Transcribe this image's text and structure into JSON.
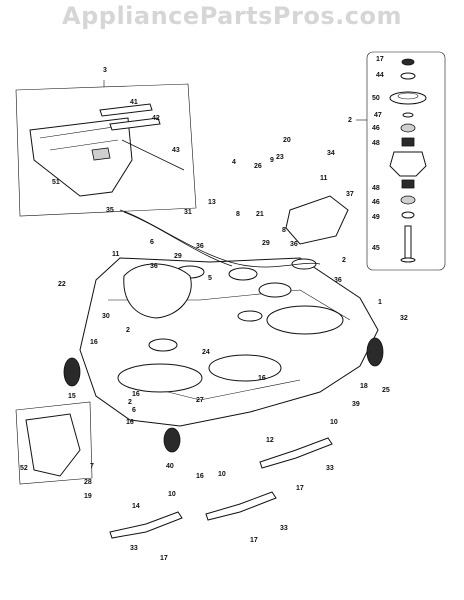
{
  "watermark": "AppliancePartsPros.com",
  "callouts": {
    "c1": "1",
    "c2a": "2",
    "c2b": "2",
    "c2c": "2",
    "c2d": "2",
    "c3": "3",
    "c4": "4",
    "c5": "5",
    "c6a": "6",
    "c6b": "6",
    "c7": "7",
    "c8a": "8",
    "c8b": "8",
    "c9": "9",
    "c10a": "10",
    "c10b": "10",
    "c10c": "10",
    "c11a": "11",
    "c11b": "11",
    "c12": "12",
    "c13": "13",
    "c14": "14",
    "c15": "15",
    "c16a": "16",
    "c16b": "16",
    "c16c": "16",
    "c16d": "16",
    "c17a": "17",
    "c17b": "17",
    "c17c": "17",
    "c17d": "17",
    "c18": "18",
    "c19": "19",
    "c20": "20",
    "c21": "21",
    "c22": "22",
    "c23": "23",
    "c24": "24",
    "c25": "25",
    "c26": "26",
    "c27": "27",
    "c28": "28",
    "c29a": "29",
    "c29b": "29",
    "c30": "30",
    "c31": "31",
    "c32": "32",
    "c33a": "33",
    "c33b": "33",
    "c33c": "33",
    "c34": "34",
    "c35": "35",
    "c36a": "36",
    "c36b": "36",
    "c36c": "36",
    "c36d": "36",
    "c37": "37",
    "c39": "39",
    "c40": "40",
    "c41": "41",
    "c42": "42",
    "c43": "43",
    "c44": "44",
    "c45": "45",
    "c46a": "46",
    "c46b": "46",
    "c47": "47",
    "c48a": "48",
    "c48b": "48",
    "c49": "49",
    "c50": "50",
    "c51": "51",
    "c52": "52"
  }
}
